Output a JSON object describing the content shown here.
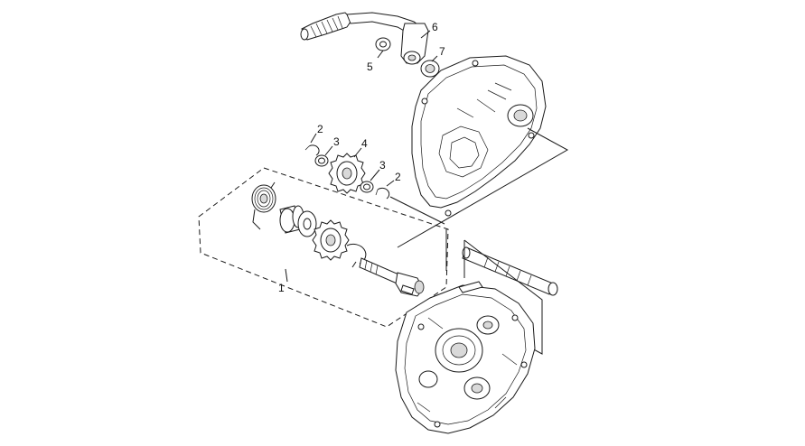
{
  "callouts": {
    "c1": "1",
    "c2a": "2",
    "c2b": "2",
    "c3a": "3",
    "c3b": "3",
    "c4": "4",
    "c5": "5",
    "c6": "6",
    "c7": "7"
  },
  "icons": {
    "kick_lever": "kickstart-lever-icon",
    "gear": "gear-icon",
    "spring": "spring-icon",
    "shaft": "shaft-icon",
    "crankcase": "crankcase-icon"
  }
}
